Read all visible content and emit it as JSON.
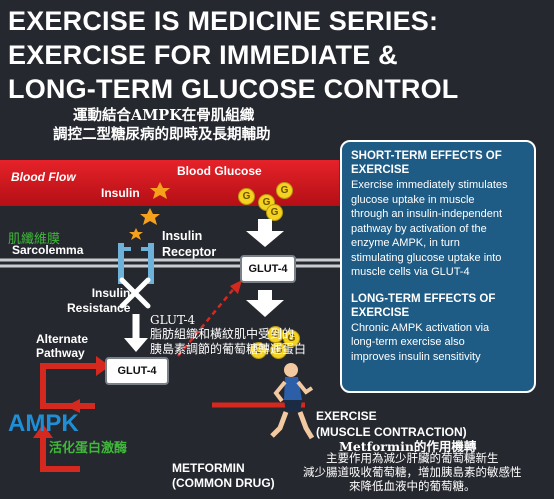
{
  "title": {
    "line1": "EXERCISE IS MEDICINE SERIES:",
    "line2": "EXERCISE FOR IMMEDIATE &",
    "line3": "LONG-TERM GLUCOSE CONTROL"
  },
  "zh_subtitle": {
    "line1": "運動結合AMPK在骨肌組織",
    "line2": "調控二型糖尿病的即時及長期輔助"
  },
  "blood": {
    "flow": "Blood Flow",
    "glucose": "Blood Glucose",
    "insulin": "Insulin",
    "glucose_symbol": "G"
  },
  "membrane": {
    "zh": "肌纖維膜",
    "en": "Sarcolemma",
    "receptor": "Insulin\nReceptor",
    "resistance": "Insulin\nResistance"
  },
  "glut4": {
    "label": "GLUT-4",
    "zh_title": "GLUT-4",
    "zh_desc": "脂肪組織和橫紋肌中受到的\n胰島素調節的葡萄糖轉運蛋白"
  },
  "pathway": {
    "alternate": "Alternate\nPathway",
    "ampk": "AMPK",
    "ampk_zh": "活化蛋白激酶",
    "exercise": "EXERCISE\n(MUSCLE CONTRACTION)",
    "metformin": "METFORMIN\n(COMMON DRUG)"
  },
  "info_box": {
    "short_title": "SHORT-TERM EFFECTS OF\nEXERCISE",
    "short_body": "Exercise immediately stimulates\nglucose uptake in muscle\nthrough an insulin-independent\npathway by activation of the\nenzyme AMPK, in turn\nstimulating glucose uptake into\nmuscle cells via GLUT-4",
    "long_title": "LONG-TERM EFFECTS OF\nEXERCISE",
    "long_body": "Chronic AMPK activation via\nlong-term exercise also\nimproves insulin sensitivity"
  },
  "metformin_note": {
    "title": "Metformin的作用機轉",
    "body": "主要作用為減少肝臟的葡萄糖新生\n減少腸道吸收葡萄糖，增加胰島素的敏感性\n來降低血液中的葡萄糖。"
  },
  "colors": {
    "background": "#26282f",
    "blood": "#c8141c",
    "info_box": "#1e5b85",
    "ampk": "#1e8fd6",
    "arrow_red": "#d5281f",
    "zh_green": "#3fb83a",
    "glucose": "#f4d21f"
  }
}
